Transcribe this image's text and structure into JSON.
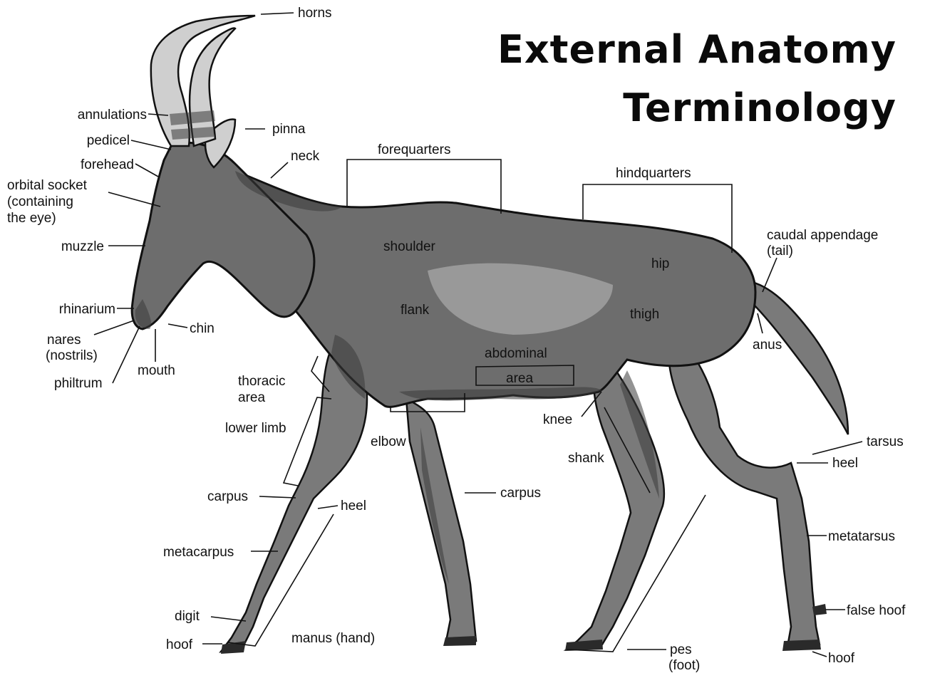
{
  "title": {
    "line1": "External Anatomy",
    "line2": "Terminology"
  },
  "labels": {
    "horns": "horns",
    "annulations": "annulations",
    "pinna": "pinna",
    "pedicel": "pedicel",
    "forehead": "forehead",
    "neck": "neck",
    "orbital1": "orbital socket",
    "orbital2": "(containing",
    "orbital3": "the eye)",
    "muzzle": "muzzle",
    "rhinarium": "rhinarium",
    "chin": "chin",
    "nares1": "nares",
    "nares2": "(nostrils)",
    "mouth": "mouth",
    "philtrum": "philtrum",
    "thoracic1": "thoracic",
    "thoracic2": "area",
    "lower_limb": "lower limb",
    "elbow": "elbow",
    "carpus_fore": "carpus",
    "heel_fore": "heel",
    "carpus_hind_leg": "carpus",
    "metacarpus": "metacarpus",
    "digit": "digit",
    "hoof_fore": "hoof",
    "manus": "manus (hand)",
    "forequarters": "forequarters",
    "hindquarters": "hindquarters",
    "shoulder": "shoulder",
    "flank": "flank",
    "abdominal1": "abdominal",
    "abdominal2": "area",
    "hip": "hip",
    "thigh": "thigh",
    "knee": "knee",
    "shank": "shank",
    "caudal1": "caudal appendage",
    "caudal2": "(tail)",
    "anus": "anus",
    "tarsus": "tarsus",
    "heel_hind": "heel",
    "metatarsus": "metatarsus",
    "false_hoof": "false hoof",
    "hoof_hind": "hoof",
    "pes1": "pes",
    "pes2": "(foot)"
  }
}
